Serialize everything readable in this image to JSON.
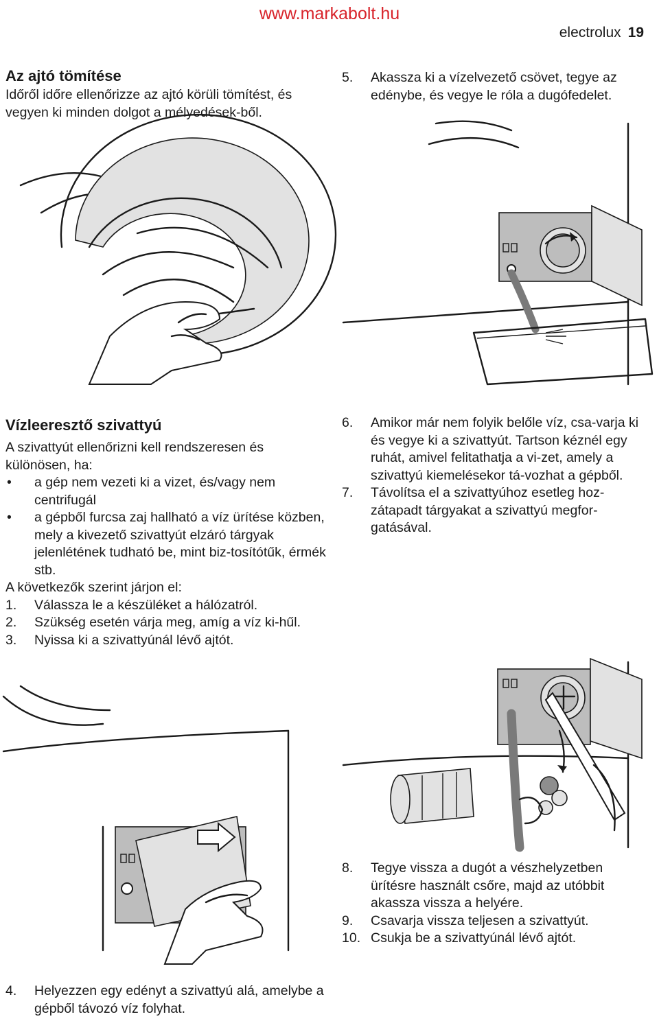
{
  "site": {
    "url": "www.markabolt.hu"
  },
  "header": {
    "brand": "electrolux",
    "page_number": "19"
  },
  "door_seal": {
    "title": "Az ajtó tömítése",
    "text": "Időről időre ellenőrizze az ajtó körüli tömítést, és vegyen ki minden dolgot a mélyedések-ből."
  },
  "pump": {
    "title": "Vízleeresztő szivattyú",
    "intro": "A szivattyút ellenőrizni kell rendszeresen és különösen, ha:",
    "bullets": [
      "a gép nem vezeti ki a vizet, és/vagy nem centrifugál",
      "a gépből furcsa zaj hallható a víz ürítése közben, mely a kivezető szivattyút elzáró tárgyak jelenlétének tudható be, mint biz-tosítótűk, érmék stb."
    ],
    "procedure_label": "A következők szerint járjon el:",
    "steps": [
      {
        "num": "1.",
        "text": "Válassza le a készüléket a hálózatról."
      },
      {
        "num": "2.",
        "text": "Szükség esetén várja meg, amíg a víz ki-hűl."
      },
      {
        "num": "3.",
        "text": "Nyissa ki a szivattyúnál lévő ajtót."
      },
      {
        "num": "4.",
        "text": "Helyezzen egy edényt a szivattyú alá, amelybe a gépből távozó víz folyhat."
      },
      {
        "num": "5.",
        "text": "Akassza ki a vízelvezető csövet, tegye az edénybe, és vegye le róla a dugófedelet."
      },
      {
        "num": "6.",
        "text": "Amikor már nem folyik belőle víz, csa-varja ki és vegye ki a szivattyút. Tartson kéznél egy ruhát, amivel felitathatja a vi-zet, amely a szivattyú kiemelésekor tá-vozhat a gépből."
      },
      {
        "num": "7.",
        "text": "Távolítsa el a szivattyúhoz esetleg hoz-zátapadt tárgyakat a szivattyú megfor-gatásával."
      },
      {
        "num": "8.",
        "text": "Tegye vissza a dugót a vészhelyzetben ürítésre használt csőre, majd az utóbbit akassza vissza a helyére."
      },
      {
        "num": "9.",
        "text": "Csavarja vissza teljesen a szivattyút."
      },
      {
        "num": "10.",
        "text": "Csukja be a szivattyúnál lévő ajtót."
      }
    ]
  }
}
